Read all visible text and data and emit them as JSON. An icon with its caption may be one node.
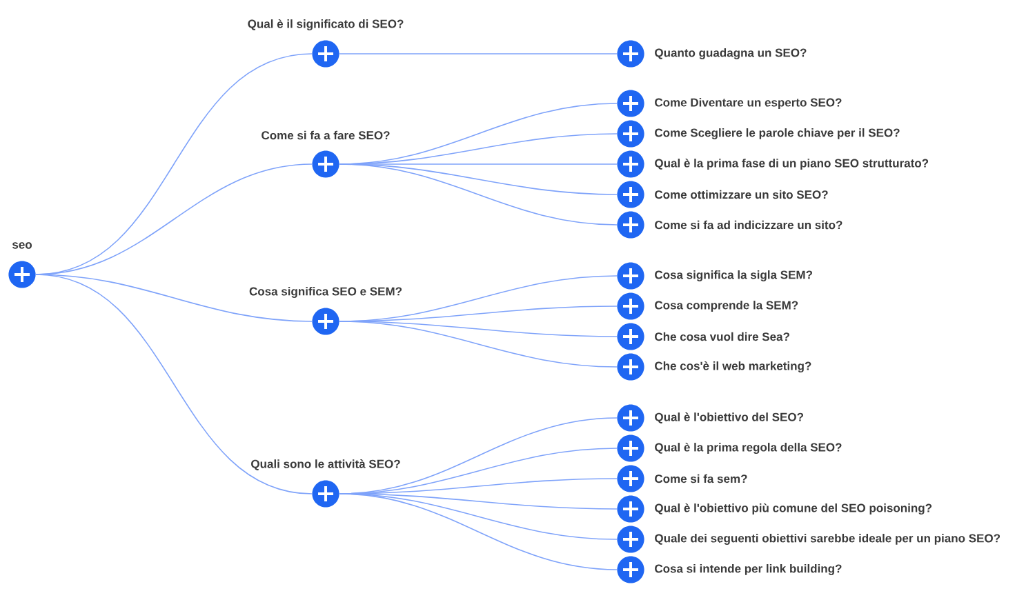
{
  "diagram": {
    "nodes": [
      {
        "text": [
          "seo"
        ]
      },
      {
        "text": [
          "Qual è il significato di SEO?"
        ]
      },
      {
        "text": [
          "Quanto guadagna un SEO?"
        ]
      },
      {
        "text": [
          "Come si fa a fare SEO?"
        ]
      },
      {
        "text": [
          "Come Diventare un esperto SEO?"
        ]
      },
      {
        "text": [
          "Come Scegliere le parole chiave per il SEO?"
        ]
      },
      {
        "text": [
          "Qual è la prima fase di un piano SEO strutturato?"
        ]
      },
      {
        "text": [
          "Come ottimizzare un sito SEO?"
        ]
      },
      {
        "text": [
          "Come si fa ad indicizzare un sito?"
        ]
      },
      {
        "text": [
          "Cosa significa SEO e SEM?"
        ]
      },
      {
        "text": [
          "Cosa significa la sigla SEM?"
        ]
      },
      {
        "text": [
          "Cosa comprende la SEM?"
        ]
      },
      {
        "text": [
          "Che cosa vuol dire Sea?"
        ]
      },
      {
        "text": [
          "Che cos'è il web marketing?"
        ]
      },
      {
        "text": [
          "Quali sono le attività SEO?"
        ]
      },
      {
        "text": [
          "Qual è l'obiettivo del SEO?"
        ]
      },
      {
        "text": [
          "Qual è la prima regola della SEO?"
        ]
      },
      {
        "text": [
          "Come si fa sem?"
        ]
      },
      {
        "text": [
          "Qual è l'obiettivo più comune del SEO poisoning?"
        ]
      },
      {
        "text": [
          "Quale dei seguenti obiettivi sarebbe ideale per un piano SEO?"
        ]
      },
      {
        "text": [
          "Cosa si intende per link building?"
        ]
      }
    ],
    "edges": [
      {
        "from": 0,
        "to": 1,
        "arrow": "none"
      },
      {
        "from": 1,
        "to": 2,
        "arrow": "none"
      },
      {
        "from": 0,
        "to": 3,
        "arrow": "none"
      },
      {
        "from": 3,
        "to": 4,
        "arrow": "none"
      },
      {
        "from": 3,
        "to": 5,
        "arrow": "none"
      },
      {
        "from": 3,
        "to": 6,
        "arrow": "none"
      },
      {
        "from": 3,
        "to": 7,
        "arrow": "none"
      },
      {
        "from": 3,
        "to": 8,
        "arrow": "none"
      },
      {
        "from": 0,
        "to": 9,
        "arrow": "none"
      },
      {
        "from": 9,
        "to": 10,
        "arrow": "none"
      },
      {
        "from": 9,
        "to": 11,
        "arrow": "none"
      },
      {
        "from": 9,
        "to": 12,
        "arrow": "none"
      },
      {
        "from": 9,
        "to": 13,
        "arrow": "none"
      },
      {
        "from": 0,
        "to": 14,
        "arrow": "none"
      },
      {
        "from": 14,
        "to": 15,
        "arrow": "none"
      },
      {
        "from": 14,
        "to": 16,
        "arrow": "none"
      },
      {
        "from": 14,
        "to": 17,
        "arrow": "none"
      },
      {
        "from": 14,
        "to": 18,
        "arrow": "none"
      },
      {
        "from": 14,
        "to": 19,
        "arrow": "none"
      },
      {
        "from": 14,
        "to": 20,
        "arrow": "none"
      }
    ]
  }
}
